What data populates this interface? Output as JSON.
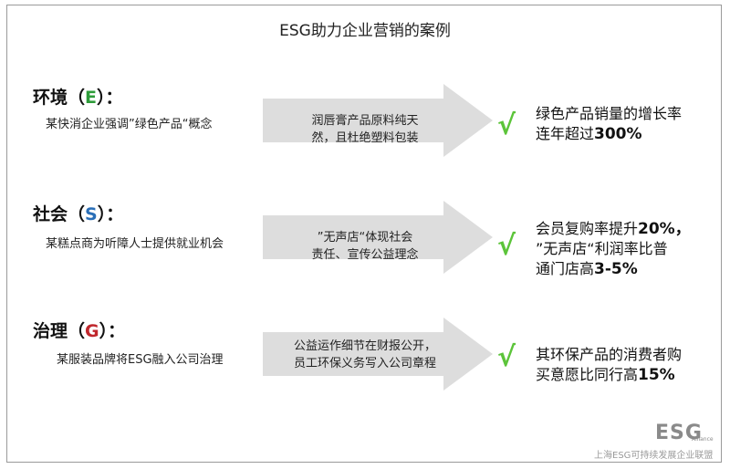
{
  "title": "ESG助力企业营销的案例",
  "rows": [
    {
      "heading_pre": "环境（",
      "letter": "E",
      "heading_post": "）：",
      "letter_color": "#2e9c3a",
      "case": "某快消企业强调”绿色产品“概念",
      "action": [
        "润唇膏产品原料纯天",
        "然，且杜绝塑料包装"
      ],
      "result_lines": [
        {
          "pre": "绿色产品销量的增长率",
          "bold": "",
          "post": ""
        },
        {
          "pre": "连年超过",
          "bold": "300%",
          "post": ""
        }
      ]
    },
    {
      "heading_pre": "社会（",
      "letter": "S",
      "heading_post": "）：",
      "letter_color": "#2a6fb8",
      "case": "某糕点商为听障人士提供就业机会",
      "action": [
        "”无声店“体现社会",
        "责任、宣传公益理念"
      ],
      "result_lines": [
        {
          "pre": "会员复购率提升",
          "bold": "20%，",
          "post": ""
        },
        {
          "pre": "”无声店“利润率比普",
          "bold": "",
          "post": ""
        },
        {
          "pre": "通门店高",
          "bold": "3-5%",
          "post": ""
        }
      ]
    },
    {
      "heading_pre": "治理（",
      "letter": "G",
      "heading_post": "）：",
      "letter_color": "#c0272d",
      "case": "某服装品牌将ESG融入公司治理",
      "action": [
        "公益运作细节在财报公开，",
        "员工环保义务写入公司章程"
      ],
      "result_lines": [
        {
          "pre": "其环保产品的消费者购",
          "bold": "",
          "post": ""
        },
        {
          "pre": "买意愿比同行高",
          "bold": "15%",
          "post": ""
        }
      ]
    }
  ],
  "check_symbol": "√",
  "logo_text": "ESG",
  "logo_sub": "Alliance",
  "footer": "上海ESG可持续发展企业联盟",
  "colors": {
    "arrow": "#dddddd",
    "check": "#5cc43a"
  }
}
